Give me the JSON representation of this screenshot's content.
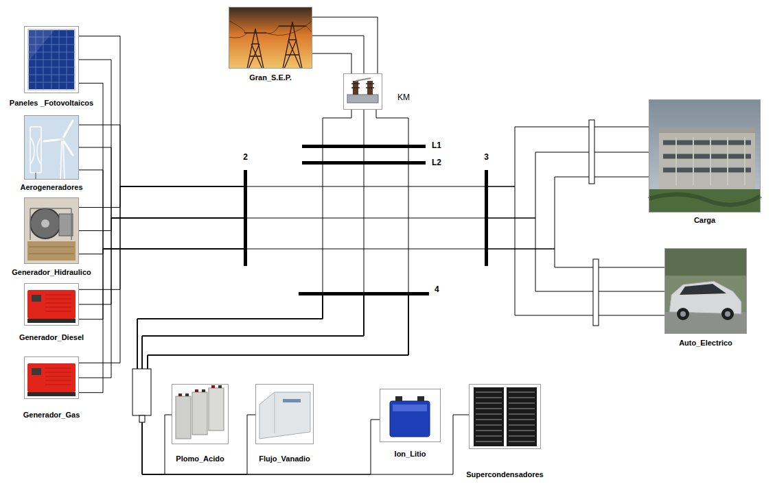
{
  "diagram": {
    "nodes": [
      {
        "text": [
          "Paneles _Fotovoltaicos"
        ]
      },
      {
        "text": [
          "Aerogeneradores"
        ]
      },
      {
        "text": [
          "Generador_Hidraulico"
        ]
      },
      {
        "text": [
          "Generador_Diesel"
        ]
      },
      {
        "text": [
          "Generador_Gas"
        ]
      },
      {
        "text": [
          "Gran_S.E.P."
        ]
      },
      {
        "text": [
          "KM"
        ]
      },
      {
        "text": [
          "L1"
        ]
      },
      {
        "text": [
          "L2"
        ]
      },
      {
        "text": [
          "2"
        ]
      },
      {
        "text": [
          "3"
        ]
      },
      {
        "text": [
          "4"
        ]
      },
      {
        "text": [
          "Carga"
        ]
      },
      {
        "text": [
          "Auto_Electrico"
        ]
      },
      {
        "text": [
          "Plomo_Acido"
        ]
      },
      {
        "text": [
          "Flujo_Vanadio"
        ]
      },
      {
        "text": [
          "Ion_Litio"
        ]
      },
      {
        "text": [
          "Supercondensadores"
        ]
      }
    ],
    "edges": [
      {
        "from": 0,
        "to": 9,
        "arrow": "none"
      },
      {
        "from": 1,
        "to": 9,
        "arrow": "none"
      },
      {
        "from": 2,
        "to": 9,
        "arrow": "none"
      },
      {
        "from": 3,
        "to": 9,
        "arrow": "none"
      },
      {
        "from": 4,
        "to": 9,
        "arrow": "none"
      },
      {
        "from": 5,
        "to": 6,
        "arrow": "none"
      },
      {
        "from": 6,
        "to": 7,
        "arrow": "none"
      },
      {
        "from": 7,
        "to": 8,
        "arrow": "none"
      },
      {
        "from": 8,
        "to": 11,
        "arrow": "none"
      },
      {
        "from": 9,
        "to": 10,
        "arrow": "none"
      },
      {
        "from": 10,
        "to": 12,
        "arrow": "none"
      },
      {
        "from": 10,
        "to": 13,
        "arrow": "none"
      },
      {
        "from": 11,
        "to": 14,
        "arrow": "none"
      },
      {
        "from": 11,
        "to": 15,
        "arrow": "none"
      },
      {
        "from": 11,
        "to": 16,
        "arrow": "none"
      },
      {
        "from": 11,
        "to": 17,
        "arrow": "none"
      }
    ]
  }
}
